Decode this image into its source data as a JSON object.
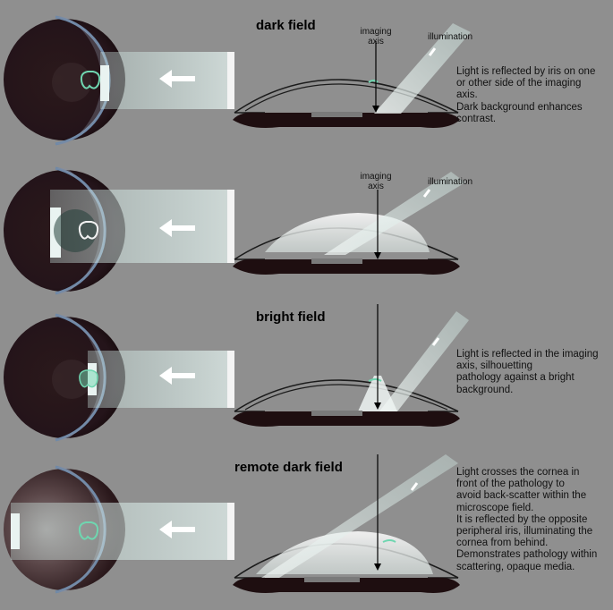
{
  "panels": [
    {
      "title": "dark field",
      "axis_label": [
        "imaging",
        "axis"
      ],
      "illumination_label": "illumination",
      "description": [
        "Light is reflected by iris on one",
        "or other side of the imaging",
        "axis.",
        "Dark background enhances",
        "contrast."
      ]
    },
    {
      "title": "",
      "axis_label": [
        "imaging",
        "axis"
      ],
      "illumination_label": "illumination",
      "description": []
    },
    {
      "title": "bright field",
      "axis_label": [],
      "illumination_label": "",
      "description": [
        "Light is reflected in the imaging",
        "axis, silhouetting",
        "pathology against a bright",
        "background."
      ]
    },
    {
      "title": "remote dark field",
      "axis_label": [],
      "illumination_label": "",
      "description": [
        "Light crosses the cornea in",
        "front of the pathology to",
        "avoid back-scatter within the",
        "microscope field.",
        "It is reflected by the opposite",
        "peripheral iris, illuminating the",
        "cornea from behind.",
        "Demonstrates pathology within",
        "scattering, opaque media."
      ]
    }
  ],
  "colors": {
    "background": "#8f8f8f",
    "eye": "#2a1a1c",
    "beam": "#bfe0da",
    "pathology": "#6fd6b0",
    "iris": "#1e0e10",
    "lens": "#7a7a7a"
  }
}
